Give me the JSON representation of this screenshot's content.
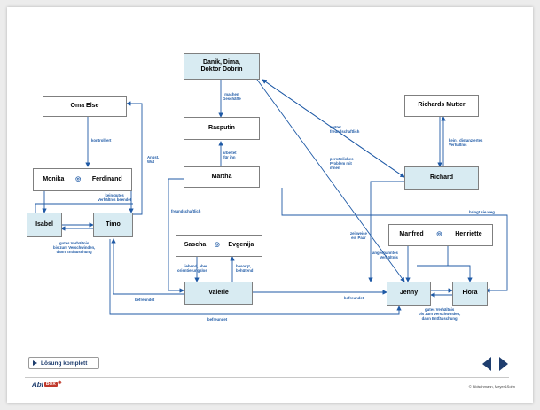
{
  "nodes": {
    "dakin": "Danik, Dima,\nDoktor Dobrin",
    "oma": "Oma Else",
    "rasputin": "Rasputin",
    "richards_mutter": "Richards Mutter",
    "monika": "Monika",
    "ferdinand": "Ferdinand",
    "martha": "Martha",
    "richard": "Richard",
    "isabel": "Isabel",
    "timo": "Timo",
    "sascha": "Sascha",
    "evgenija": "Evgenija",
    "manfred": "Manfred",
    "henriette": "Henriette",
    "valerie": "Valerie",
    "jenny": "Jenny",
    "flora": "Flora"
  },
  "edge_labels": {
    "machen_geschaefte": "machen\nGeschäfte",
    "arbeitet_fuer_ihn": "arbeitet\nfür ihn",
    "spaeter_freundschaftlich": "später\nfreundschaftlich",
    "persoenliches_problem": "persönliches\nProblem mit\nihnen",
    "kein_distanziertes": "kein / distanziertes\nVerhältnis",
    "kontrolliert": "kontrolliert",
    "angst_wut": "Angst,\nWut",
    "kein_gutes_verhaeltnis": "kein gutes\nVerhältnis beendet",
    "freundschaftlich": "freundschaftlich",
    "bringt_sie_weg": "bringt sie weg",
    "gutes_verhaeltnis_timo": "gutes Verhältnis\nbis zum Verschwinden,\ndann Entfäuschung",
    "liebend_aber": "liebend, aber\norientierungslos",
    "besorgt_behuetend": "besorgt,\nbehütend",
    "zeitweise_ein_paar": "zeitweise\nein Paar",
    "angespanntes": "angespanntes\nVerhältnis",
    "befreundet_valerie_timo": "befreundet",
    "befreundet_valerie_jenny": "befreundet",
    "befreundet_bottom": "befreundet",
    "gutes_verhaeltnis_jenny": "gutes Verhältnis\nbis zum Verschwinden,\ndann Entfäuschung"
  },
  "ring_symbol": "◎",
  "footer": {
    "button_label": "Lösung komplett",
    "logo_text": "Abi",
    "logo_box": "BOX",
    "copyright": "© Bildschmann, Meyer&Sohn"
  },
  "colors": {
    "edge": "#1f5aa6",
    "highlight_box": "#d8ebf2",
    "box_border": "#7f7f7f",
    "nav": "#1e3d6e"
  }
}
